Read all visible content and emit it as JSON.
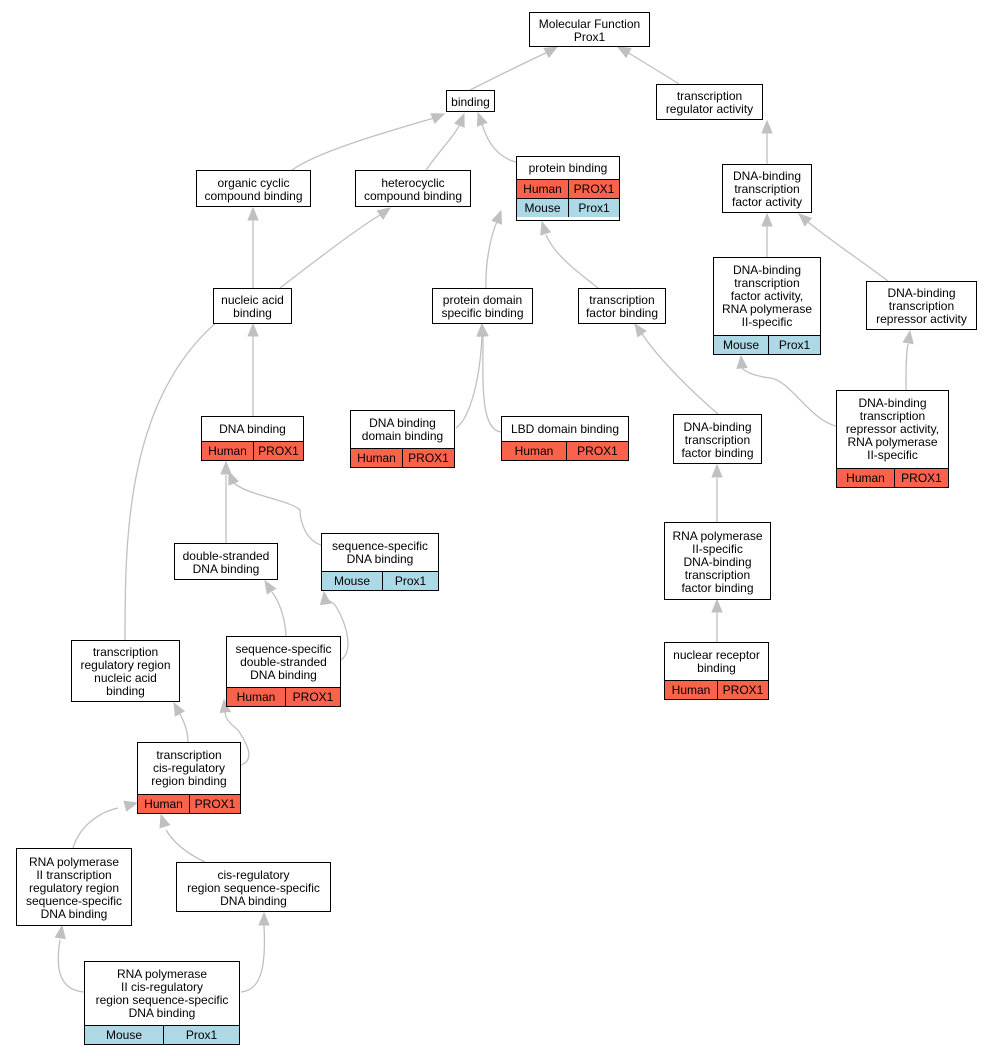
{
  "colors": {
    "human": "#fa624b",
    "mouse": "#add8e6",
    "edge": "#c0c0c0",
    "border": "#000000"
  },
  "nodes": {
    "mf": {
      "label": "Molecular Function\nProx1"
    },
    "bind": {
      "label": "binding"
    },
    "tra": {
      "label": "transcription\nregulator activity"
    },
    "ocb": {
      "label": "organic cyclic\ncompound binding"
    },
    "hcb": {
      "label": "heterocyclic\ncompound binding"
    },
    "pb": {
      "label": "protein binding",
      "rows": [
        {
          "species": "Human",
          "gene": "PROX1"
        },
        {
          "species": "Mouse",
          "gene": "Prox1"
        }
      ]
    },
    "dtfa": {
      "label": "DNA-binding\ntranscription\nfactor activity"
    },
    "nab": {
      "label": "nucleic acid\nbinding"
    },
    "pdsb": {
      "label": "protein domain\nspecific binding"
    },
    "tfb": {
      "label": "transcription\nfactor binding"
    },
    "dtfarp": {
      "label": "DNA-binding\ntranscription\nfactor activity,\nRNA polymerase\nII-specific",
      "rows": [
        {
          "species": "Mouse",
          "gene": "Prox1"
        }
      ]
    },
    "dtra": {
      "label": "DNA-binding\ntranscription\nrepressor activity"
    },
    "dnab": {
      "label": "DNA binding",
      "rows": [
        {
          "species": "Human",
          "gene": "PROX1"
        }
      ]
    },
    "dbdb": {
      "label": "DNA binding\ndomain binding",
      "rows": [
        {
          "species": "Human",
          "gene": "PROX1"
        }
      ]
    },
    "lbd": {
      "label": "LBD domain binding",
      "rows": [
        {
          "species": "Human",
          "gene": "PROX1"
        }
      ]
    },
    "dtfb": {
      "label": "DNA-binding\ntranscription\nfactor binding"
    },
    "dtrarp": {
      "label": "DNA-binding\ntranscription\nrepressor activity,\nRNA polymerase\nII-specific",
      "rows": [
        {
          "species": "Human",
          "gene": "PROX1"
        }
      ]
    },
    "dsdb": {
      "label": "double-stranded\nDNA binding"
    },
    "ssdb": {
      "label": "sequence-specific\nDNA binding",
      "rows": [
        {
          "species": "Mouse",
          "gene": "Prox1"
        }
      ]
    },
    "rpdtfb": {
      "label": "RNA polymerase\nII-specific\nDNA-binding\ntranscription\nfactor binding"
    },
    "trrnab": {
      "label": "transcription\nregulatory region\nnucleic acid\nbinding"
    },
    "ssdsdb": {
      "label": "sequence-specific\ndouble-stranded\nDNA binding",
      "rows": [
        {
          "species": "Human",
          "gene": "PROX1"
        }
      ]
    },
    "nrb": {
      "label": "nuclear receptor\nbinding",
      "rows": [
        {
          "species": "Human",
          "gene": "PROX1"
        }
      ]
    },
    "tcrrb": {
      "label": "transcription\ncis-regulatory\nregion binding",
      "rows": [
        {
          "species": "Human",
          "gene": "PROX1"
        }
      ]
    },
    "rp2tr": {
      "label": "RNA polymerase\nII transcription\nregulatory region\nsequence-specific\nDNA binding"
    },
    "crss": {
      "label": "cis-regulatory\nregion sequence-specific\nDNA binding"
    },
    "rp2cr": {
      "label": "RNA polymerase\nII cis-regulatory\nregion sequence-specific\nDNA binding",
      "rows": [
        {
          "species": "Mouse",
          "gene": "Prox1"
        }
      ]
    }
  }
}
